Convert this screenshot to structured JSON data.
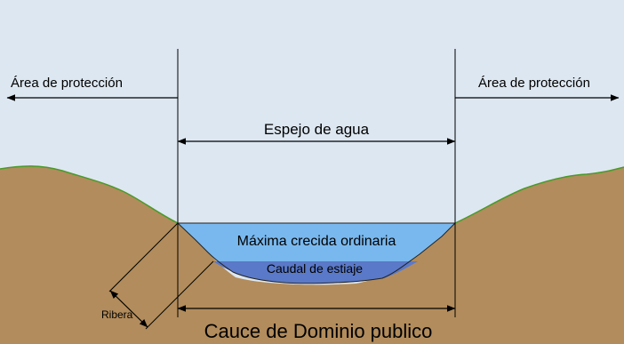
{
  "labels": {
    "proteccion_left": "Área de protección",
    "proteccion_right": "Área de protección",
    "espejo": "Espejo de agua",
    "maxima": "Máxima crecida ordinaria",
    "caudal": "Caudal de estiaje",
    "ribera": "Ribera",
    "cauce": "Cauce de Dominio publico"
  },
  "colors": {
    "sky": "#dde7f1",
    "ground": "#b28c5c",
    "grass_line": "#4a9a2a",
    "water_high": "#79b8ee",
    "water_low": "#5a79c8",
    "line": "#000000"
  }
}
